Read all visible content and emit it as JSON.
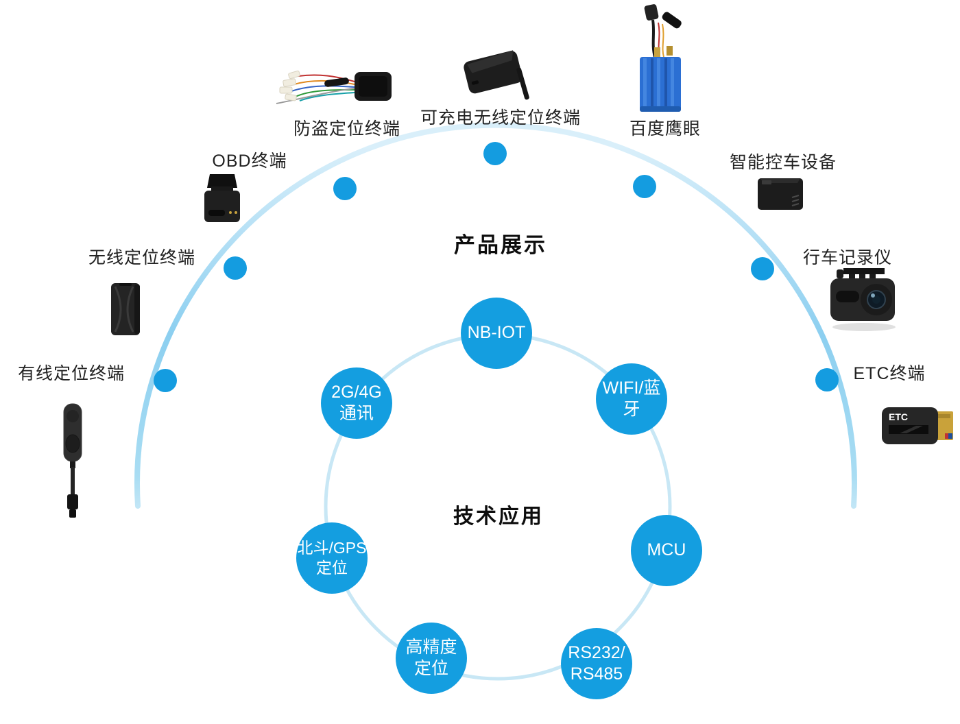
{
  "diagram": {
    "outer_title": "产品展示",
    "inner_title": "技术应用"
  },
  "colors": {
    "tech_circle_blue": "#149EE0",
    "node_dot_blue": "#149CE0",
    "outer_arc_blue": "#8CCFF0",
    "inner_arc_blue": "#C8E7F5",
    "baidu_device_blue": "#2B6FD3",
    "etc_card_gold": "#C9A23A"
  },
  "products": [
    {
      "name": "anti-theft-tracker",
      "label": "防盗定位终端"
    },
    {
      "name": "rechargeable-wireless-tracker",
      "label": "可充电无线定位终端"
    },
    {
      "name": "baidu-eagle-eye",
      "label": "百度鹰眼"
    },
    {
      "name": "obd-terminal",
      "label": "OBD终端"
    },
    {
      "name": "smart-car-control",
      "label": "智能控车设备"
    },
    {
      "name": "wireless-tracker",
      "label": "无线定位终端"
    },
    {
      "name": "dashcam",
      "label": "行车记录仪"
    },
    {
      "name": "wired-tracker",
      "label": "有线定位终端"
    },
    {
      "name": "etc-terminal",
      "label": "ETC终端",
      "device_text": "ETC"
    }
  ],
  "technologies": [
    {
      "name": "nb-iot",
      "label": "NB-IOT"
    },
    {
      "name": "2g-4g-comm",
      "label": "2G/4G\n通讯"
    },
    {
      "name": "wifi-bluetooth",
      "label": "WIFI/蓝牙"
    },
    {
      "name": "beidou-gps",
      "label": "北斗/GPS\n定位"
    },
    {
      "name": "mcu",
      "label": "MCU"
    },
    {
      "name": "high-precision",
      "label": "高精度\n定位"
    },
    {
      "name": "rs232-rs485",
      "label": "RS232/\nRS485"
    }
  ]
}
